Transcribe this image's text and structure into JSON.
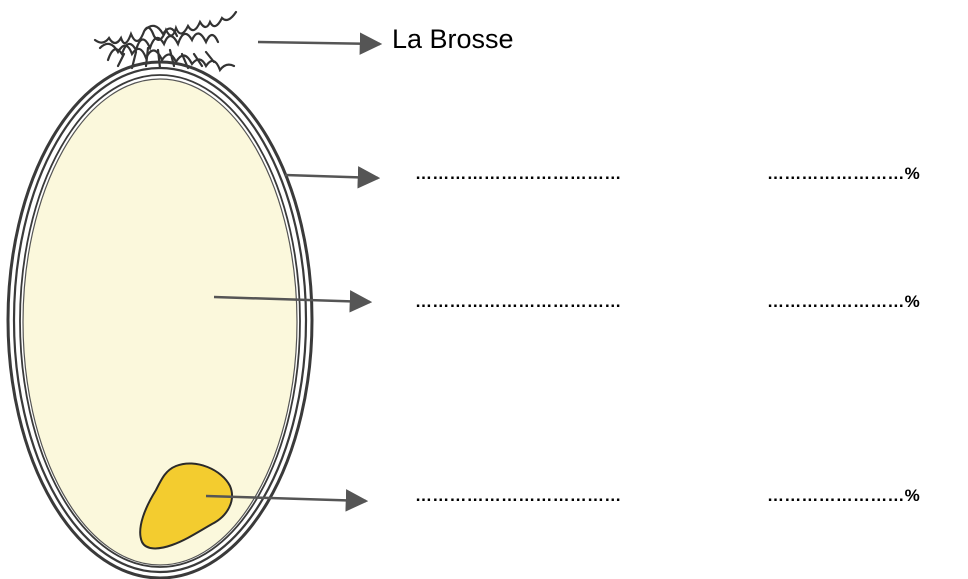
{
  "labels": {
    "brush": "La Brosse",
    "rows": [
      {
        "blank": "………………………………",
        "percent": "……………………%"
      },
      {
        "blank": "………………………………",
        "percent": "……………………%"
      },
      {
        "blank": "………………………………",
        "percent": "……………………%"
      }
    ]
  },
  "colors": {
    "endosperm": "#fbf8dc",
    "germ": "#f3cc2f",
    "outline": "#3a3a3a",
    "arrow": "#555555"
  },
  "icons": [
    "grain-diagram",
    "brush-hairs",
    "arrow-icon"
  ]
}
